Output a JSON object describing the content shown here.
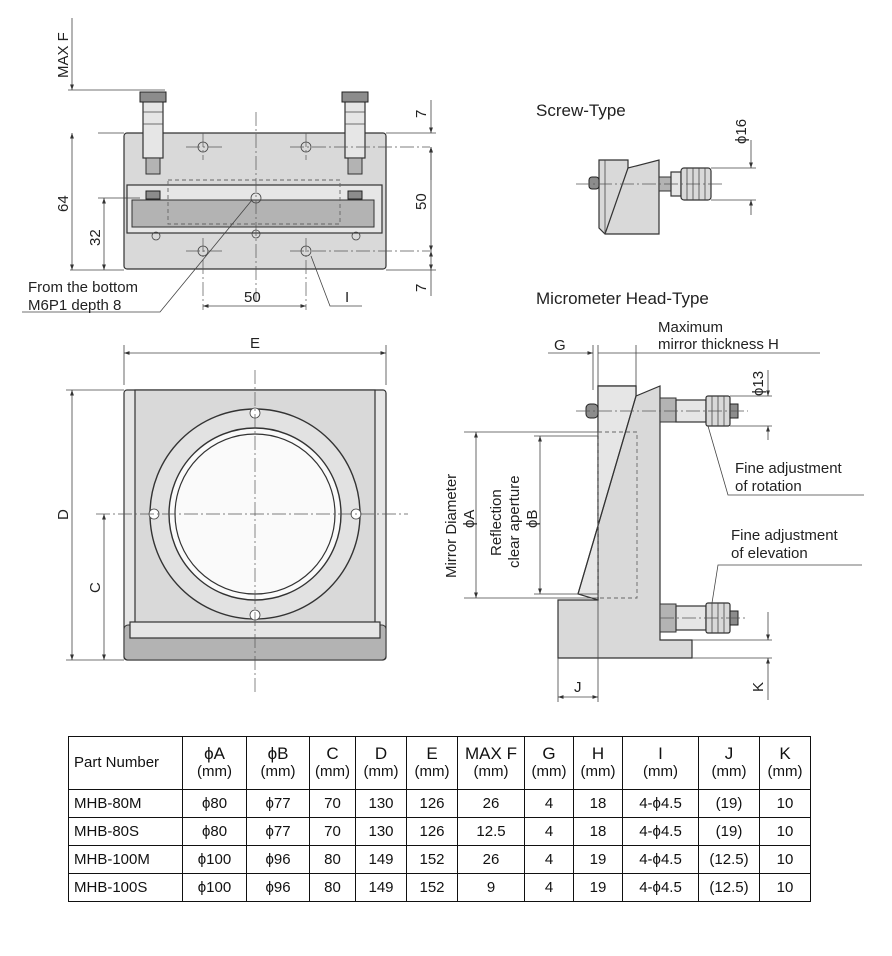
{
  "labels": {
    "max_f": "MAX F",
    "dim_64": "64",
    "dim_32": "32",
    "dim_7_top": "7",
    "dim_50_right": "50",
    "dim_7_bottom": "7",
    "dim_50_bottom": "50",
    "dim_i": "I",
    "from_bottom_1": "From the bottom",
    "from_bottom_2": "M6P1 depth 8",
    "screw_type": "Screw-Type",
    "phi16": "ϕ16",
    "micrometer_head_type": "Micrometer Head-Type",
    "max_mirror_1": "Maximum",
    "max_mirror_2": "mirror thickness H",
    "dim_g": "G",
    "phi13": "ϕ13",
    "fine_rot_1": "Fine adjustment",
    "fine_rot_2": "of rotation",
    "fine_elev_1": "Fine adjustment",
    "fine_elev_2": "of elevation",
    "mirror_diam_1": "Mirror Diameter",
    "mirror_diam_2": "ϕA",
    "refl_1": "Reflection",
    "refl_2": "clear aperture",
    "refl_3": "ϕB",
    "dim_e": "E",
    "dim_d": "D",
    "dim_c": "C",
    "dim_j": "J",
    "dim_k": "K"
  },
  "table": {
    "headers": [
      {
        "sym": "Part Number",
        "unit": ""
      },
      {
        "sym": "ϕA",
        "unit": "(mm)"
      },
      {
        "sym": "ϕB",
        "unit": "(mm)"
      },
      {
        "sym": "C",
        "unit": "(mm)"
      },
      {
        "sym": "D",
        "unit": "(mm)"
      },
      {
        "sym": "E",
        "unit": "(mm)"
      },
      {
        "sym": "MAX F",
        "unit": "(mm)"
      },
      {
        "sym": "G",
        "unit": "(mm)"
      },
      {
        "sym": "H",
        "unit": "(mm)"
      },
      {
        "sym": "I",
        "unit": "(mm)"
      },
      {
        "sym": "J",
        "unit": "(mm)"
      },
      {
        "sym": "K",
        "unit": "(mm)"
      }
    ],
    "rows": [
      [
        "MHB-80M",
        "ϕ80",
        "ϕ77",
        "70",
        "130",
        "126",
        "26",
        "4",
        "18",
        "4-ϕ4.5",
        "(19)",
        "10"
      ],
      [
        "MHB-80S",
        "ϕ80",
        "ϕ77",
        "70",
        "130",
        "126",
        "12.5",
        "4",
        "18",
        "4-ϕ4.5",
        "(19)",
        "10"
      ],
      [
        "MHB-100M",
        "ϕ100",
        "ϕ96",
        "80",
        "149",
        "152",
        "26",
        "4",
        "19",
        "4-ϕ4.5",
        "(12.5)",
        "10"
      ],
      [
        "MHB-100S",
        "ϕ100",
        "ϕ96",
        "80",
        "149",
        "152",
        "9",
        "4",
        "19",
        "4-ϕ4.5",
        "(12.5)",
        "10"
      ]
    ]
  }
}
